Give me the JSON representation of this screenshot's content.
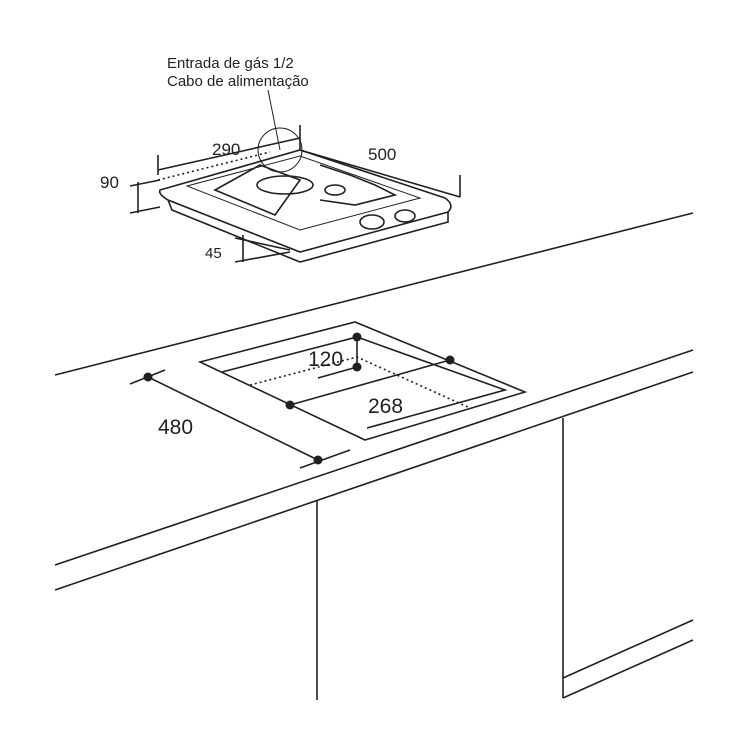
{
  "callout": {
    "line1": "Entrada de gás 1/2",
    "line2": "Cabo de alimentação"
  },
  "hob_dimensions": {
    "width": "290",
    "depth": "500",
    "height": "90",
    "embed_depth": "45"
  },
  "cutout_dimensions": {
    "offset": "120",
    "width": "268",
    "depth": "480"
  }
}
